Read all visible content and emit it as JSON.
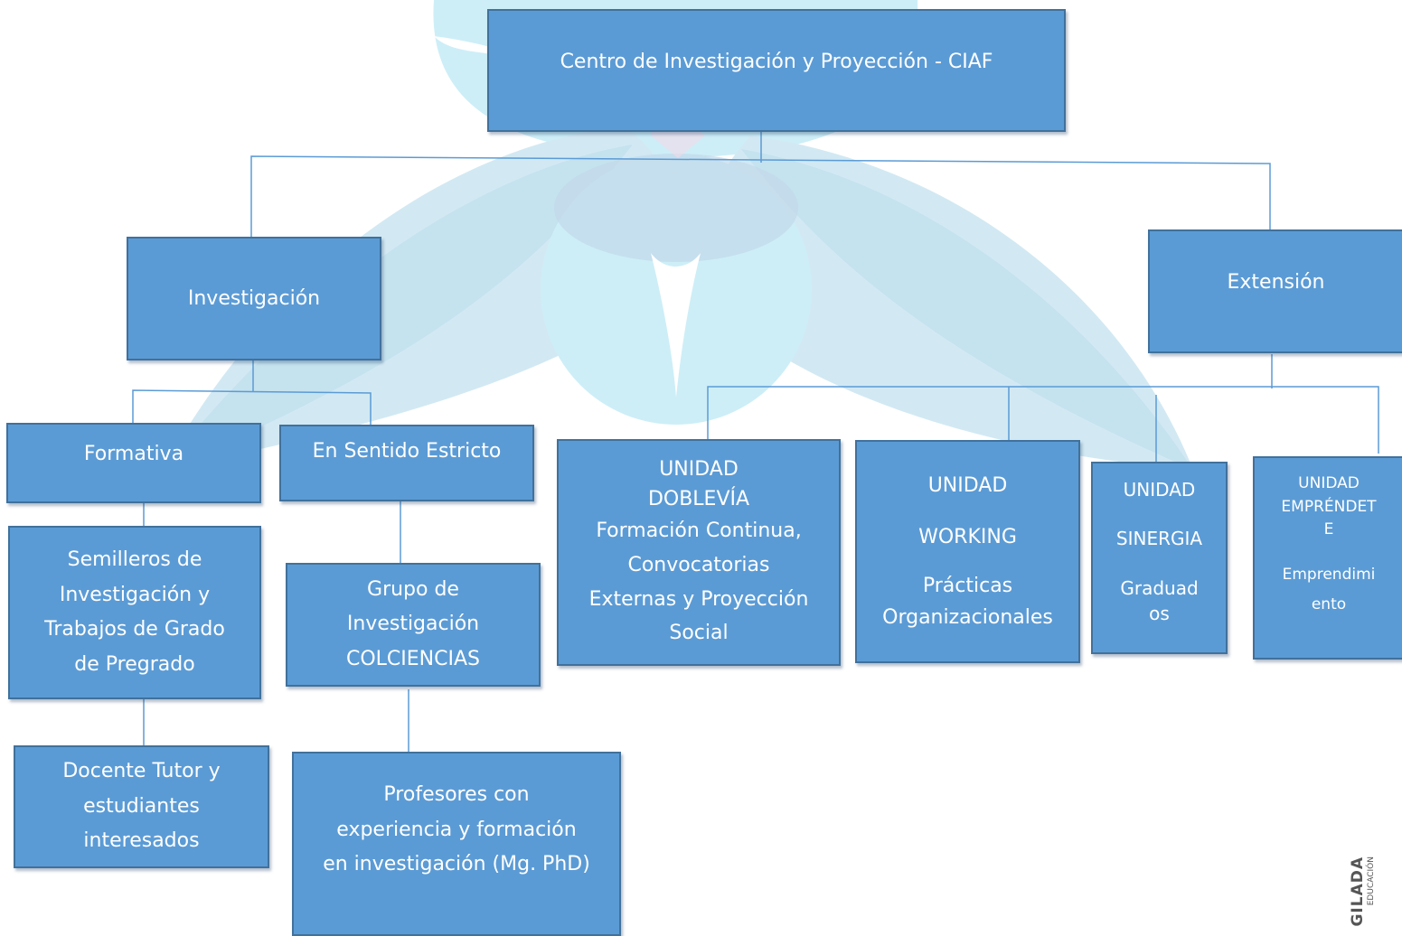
{
  "diagram": {
    "root": "Centro de Investigación y Proyección - CIAF",
    "investigacion": "Investigación",
    "extension": "Extensión",
    "formativa": "Formativa",
    "sentido_estricto": "En Sentido Estricto",
    "semilleros": [
      "Semilleros de",
      "Investigación y",
      "Trabajos de Grado",
      "de Pregrado"
    ],
    "docente": [
      "Docente Tutor y",
      "estudiantes",
      "interesados"
    ],
    "grupo": [
      "Grupo de",
      "Investigación",
      "COLCIENCIAS"
    ],
    "profesores": [
      "Profesores con",
      "experiencia y formación",
      "en investigación (Mg. PhD)"
    ],
    "doblevia": {
      "title": [
        "UNIDAD",
        "DOBLEVÍA"
      ],
      "desc": [
        "Formación Continua,",
        "Convocatorias",
        "Externas y Proyección",
        "Social"
      ]
    },
    "working": {
      "title": [
        "UNIDAD",
        "WORKING"
      ],
      "desc": [
        "Prácticas",
        "Organizacionales"
      ]
    },
    "sinergia": {
      "title": [
        "UNIDAD",
        "SINERGIA"
      ],
      "desc": [
        "Graduad",
        "os"
      ]
    },
    "emprendete": {
      "title": [
        "UNIDAD",
        "EMPRÉNDET",
        "E"
      ],
      "desc": [
        "Emprendimi",
        "ento"
      ]
    }
  },
  "watermark": {
    "main": "GILADA",
    "sub": "EDUCACIÓN"
  },
  "colors": {
    "box_fill": "#5b9bd5",
    "box_border": "#41719c",
    "connector": "#5b9bd5",
    "logo_light": "#cdeef7",
    "logo_mid": "#b7dff0"
  }
}
